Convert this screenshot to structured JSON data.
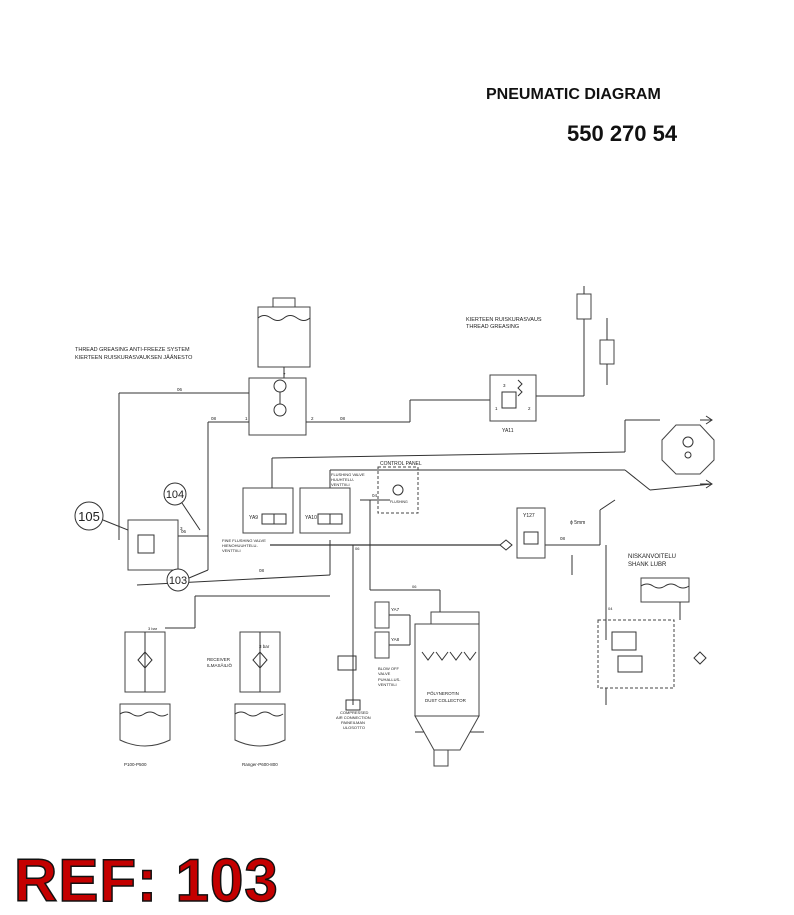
{
  "header": {
    "title": "PNEUMATIC DIAGRAM",
    "part_number": "550 270 54"
  },
  "reference": "REF: 103",
  "callouts": [
    "105",
    "104",
    "103"
  ],
  "labels": {
    "thread_greasing_antifreeze_en": "THREAD GREASING ANTI-FREEZE SYSTEM",
    "thread_greasing_antifreeze_fi": "KIERTEEN RUISKURASVAUKSEN JÄÄNESTO",
    "thread_greasing_fi": "KIERTEEN RUISKURASVAUS",
    "thread_greasing_en": "THREAD GREASING",
    "control_panel": "CONTROL PANEL",
    "flushing_valve_1": "FLUSHING VALVE",
    "flushing_valve_2": "HUUHTELU-",
    "flushing_valve_3": "VENTTIILI",
    "fine_flushing_1": "FINE FLUSHING VALVE",
    "fine_flushing_2": "HIENOHUUHTELU-",
    "fine_flushing_3": "VENTTIILI",
    "flushing": "FLUSHING",
    "shank_lubr_fi": "NISKANVOITELU",
    "shank_lubr_en": "SHANK LUBR",
    "receiver_1": "RECEIVER",
    "receiver_2": "ILMASÄILIÖ",
    "blow_off_1": "BLOW OFF",
    "blow_off_2": "VALVE",
    "blow_off_3": "PUHALLUS-",
    "blow_off_4": "VENTTIILI",
    "dust_collector_fi": "PÖLYNEROTIN",
    "dust_collector_en": "DUST COLLECTOR",
    "compressed_1": "COMPRESSED",
    "compressed_2": "AIR CONNECTION",
    "compressed_3": "PAINEILMAN",
    "compressed_4": "ULOSOTTO",
    "tank_left": "P100-P500",
    "tank_right": "Ranger-P600-800",
    "bar_3": "3 bar",
    "diameter": "ϕ 5mm"
  },
  "valves": [
    "YA11",
    "YA9",
    "YA10",
    "YA7",
    "YA8",
    "Y127"
  ],
  "line_codes": [
    "06",
    "08",
    "08",
    "06",
    "08",
    "06",
    "04",
    "08",
    "06",
    "04",
    "04",
    "06"
  ],
  "port_numbers": [
    "7",
    "1",
    "2",
    "3",
    "1",
    "2",
    "3"
  ]
}
